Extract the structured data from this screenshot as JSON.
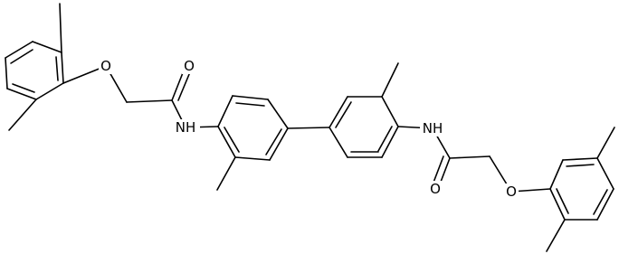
{
  "atom_labels": {
    "o_ether_left": "O",
    "o_carbonyl_left": "O",
    "nh_left": "NH",
    "nh_right": "NH",
    "o_carbonyl_right": "O",
    "o_ether_right": "O"
  },
  "colors": {
    "bond": "#000000",
    "label": "#000000",
    "background": "#ffffff"
  }
}
